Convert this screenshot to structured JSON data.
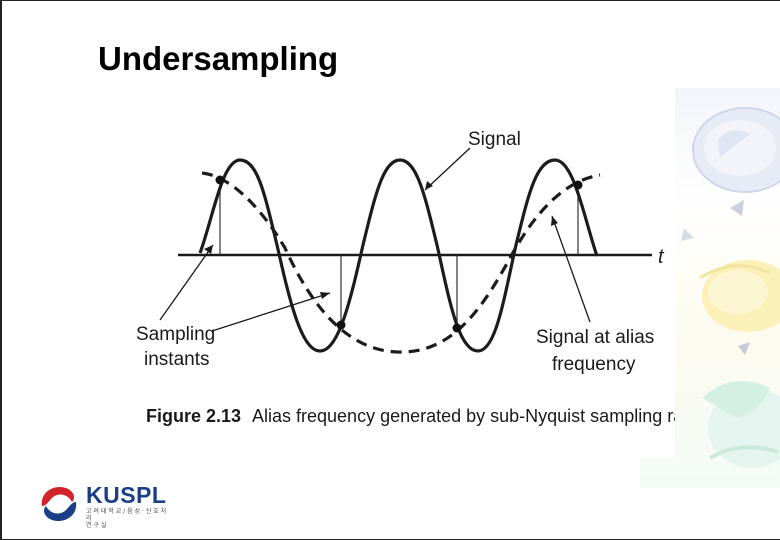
{
  "slide": {
    "title": "Undersampling"
  },
  "figure": {
    "axis_label": "t",
    "callouts": {
      "signal": "Signal",
      "sampling_instants": [
        "Sampling",
        "instants"
      ],
      "alias": [
        "Signal at alias",
        "frequency"
      ]
    },
    "caption_number": "Figure 2.13",
    "caption_text": "Alias frequency generated by sub-Nyquist sampling rate."
  },
  "logo": {
    "name": "KUSPL",
    "subtitle_lines": [
      "고 려 대 학 교 / 음 성 · 신 호 처 리",
      "연 구 실"
    ],
    "colors": {
      "blue": "#1b3f86",
      "red": "#d2232a"
    }
  }
}
